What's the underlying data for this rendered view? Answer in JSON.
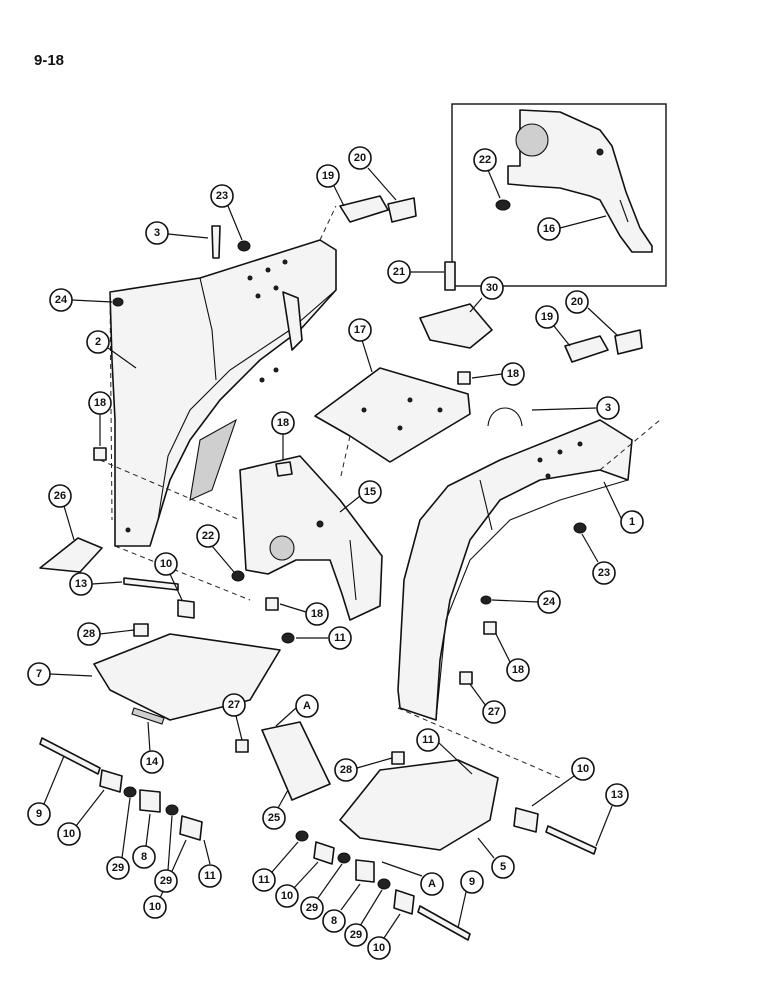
{
  "page_number": "9-18",
  "callouts": [
    {
      "id": "c1",
      "label": "1"
    },
    {
      "id": "c2",
      "label": "2"
    },
    {
      "id": "c3a",
      "label": "3"
    },
    {
      "id": "c3b",
      "label": "3"
    },
    {
      "id": "c5",
      "label": "5"
    },
    {
      "id": "c7",
      "label": "7"
    },
    {
      "id": "c8a",
      "label": "8"
    },
    {
      "id": "c8b",
      "label": "8"
    },
    {
      "id": "c9a",
      "label": "9"
    },
    {
      "id": "c9b",
      "label": "9"
    },
    {
      "id": "c10a",
      "label": "10"
    },
    {
      "id": "c10b",
      "label": "10"
    },
    {
      "id": "c10c",
      "label": "10"
    },
    {
      "id": "c10d",
      "label": "10"
    },
    {
      "id": "c10e",
      "label": "10"
    },
    {
      "id": "c10f",
      "label": "10"
    },
    {
      "id": "c11a",
      "label": "11"
    },
    {
      "id": "c11b",
      "label": "11"
    },
    {
      "id": "c11c",
      "label": "11"
    },
    {
      "id": "c11d",
      "label": "11"
    },
    {
      "id": "c13a",
      "label": "13"
    },
    {
      "id": "c13b",
      "label": "13"
    },
    {
      "id": "c14",
      "label": "14"
    },
    {
      "id": "c15",
      "label": "15"
    },
    {
      "id": "c16",
      "label": "16"
    },
    {
      "id": "c17",
      "label": "17"
    },
    {
      "id": "c18a",
      "label": "18"
    },
    {
      "id": "c18b",
      "label": "18"
    },
    {
      "id": "c18c",
      "label": "18"
    },
    {
      "id": "c18d",
      "label": "18"
    },
    {
      "id": "c18e",
      "label": "18"
    },
    {
      "id": "c19a",
      "label": "19"
    },
    {
      "id": "c19b",
      "label": "19"
    },
    {
      "id": "c20a",
      "label": "20"
    },
    {
      "id": "c20b",
      "label": "20"
    },
    {
      "id": "c21",
      "label": "21"
    },
    {
      "id": "c22a",
      "label": "22"
    },
    {
      "id": "c22b",
      "label": "22"
    },
    {
      "id": "c23a",
      "label": "23"
    },
    {
      "id": "c23b",
      "label": "23"
    },
    {
      "id": "c24a",
      "label": "24"
    },
    {
      "id": "c24b",
      "label": "24"
    },
    {
      "id": "c25",
      "label": "25"
    },
    {
      "id": "c26",
      "label": "26"
    },
    {
      "id": "c27a",
      "label": "27"
    },
    {
      "id": "c27b",
      "label": "27"
    },
    {
      "id": "c28a",
      "label": "28"
    },
    {
      "id": "c28b",
      "label": "28"
    },
    {
      "id": "c29a",
      "label": "29"
    },
    {
      "id": "c29b",
      "label": "29"
    },
    {
      "id": "c29c",
      "label": "29"
    },
    {
      "id": "c29d",
      "label": "29"
    },
    {
      "id": "cAa",
      "label": "A"
    },
    {
      "id": "cAb",
      "label": "A"
    },
    {
      "id": "c30",
      "label": "30"
    }
  ]
}
